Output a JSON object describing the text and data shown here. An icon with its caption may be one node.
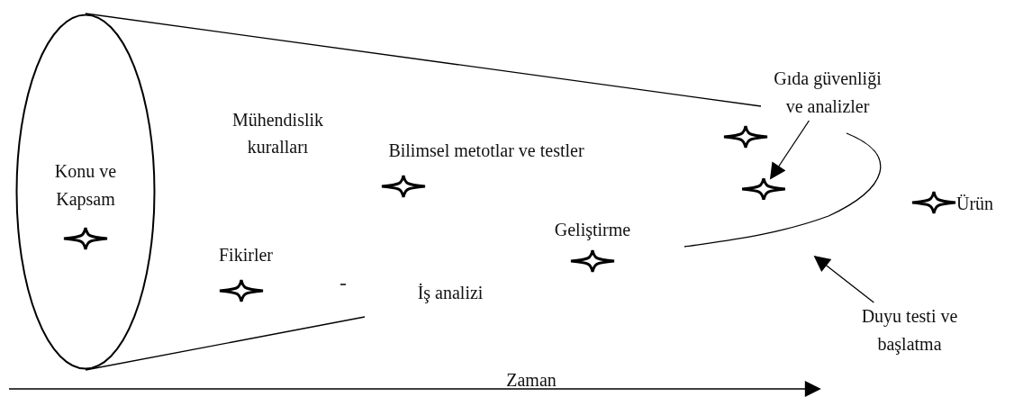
{
  "diagram": {
    "nodes": [
      {
        "text": [
          "Konu ve Kapsam"
        ]
      },
      {
        "text": [
          "Gıda güvenliği ve analizler"
        ]
      },
      {
        "text": [],
        "shape": "star"
      },
      {
        "text": [
          "Duyu testi ve başlatma"
        ]
      }
    ],
    "edges": [
      {
        "from": 1,
        "to": 2,
        "arrow": "to"
      },
      {
        "from": 3,
        "to": null,
        "arrow": "to"
      }
    ],
    "labels": [
      "Mühendislik kuralları",
      "Bilimsel metotlar ve testler",
      "Ürün",
      "Geliştirme",
      "Fikirler",
      "İş analizi",
      "Zaman"
    ]
  }
}
